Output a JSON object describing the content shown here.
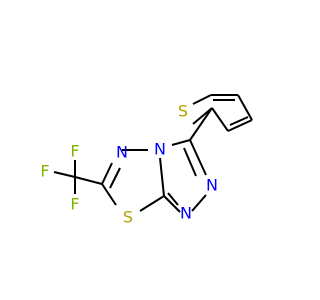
{
  "molecule": {
    "atoms": {
      "S_thiophene": {
        "symbol": "S",
        "color": "#b2a200"
      },
      "S_thiadiazole": {
        "symbol": "S",
        "color": "#b2a200"
      },
      "N_thiadiazole": {
        "symbol": "N",
        "color": "#0000ff"
      },
      "N_bridgehead": {
        "symbol": "N",
        "color": "#0000ff"
      },
      "N_triazole_3": {
        "symbol": "N",
        "color": "#0000ff"
      },
      "N_triazole_2": {
        "symbol": "N",
        "color": "#0000ff"
      },
      "F_top": {
        "symbol": "F",
        "color": "#80b300"
      },
      "F_left": {
        "symbol": "F",
        "color": "#80b300"
      },
      "F_bottom": {
        "symbol": "F",
        "color": "#80b300"
      }
    }
  }
}
